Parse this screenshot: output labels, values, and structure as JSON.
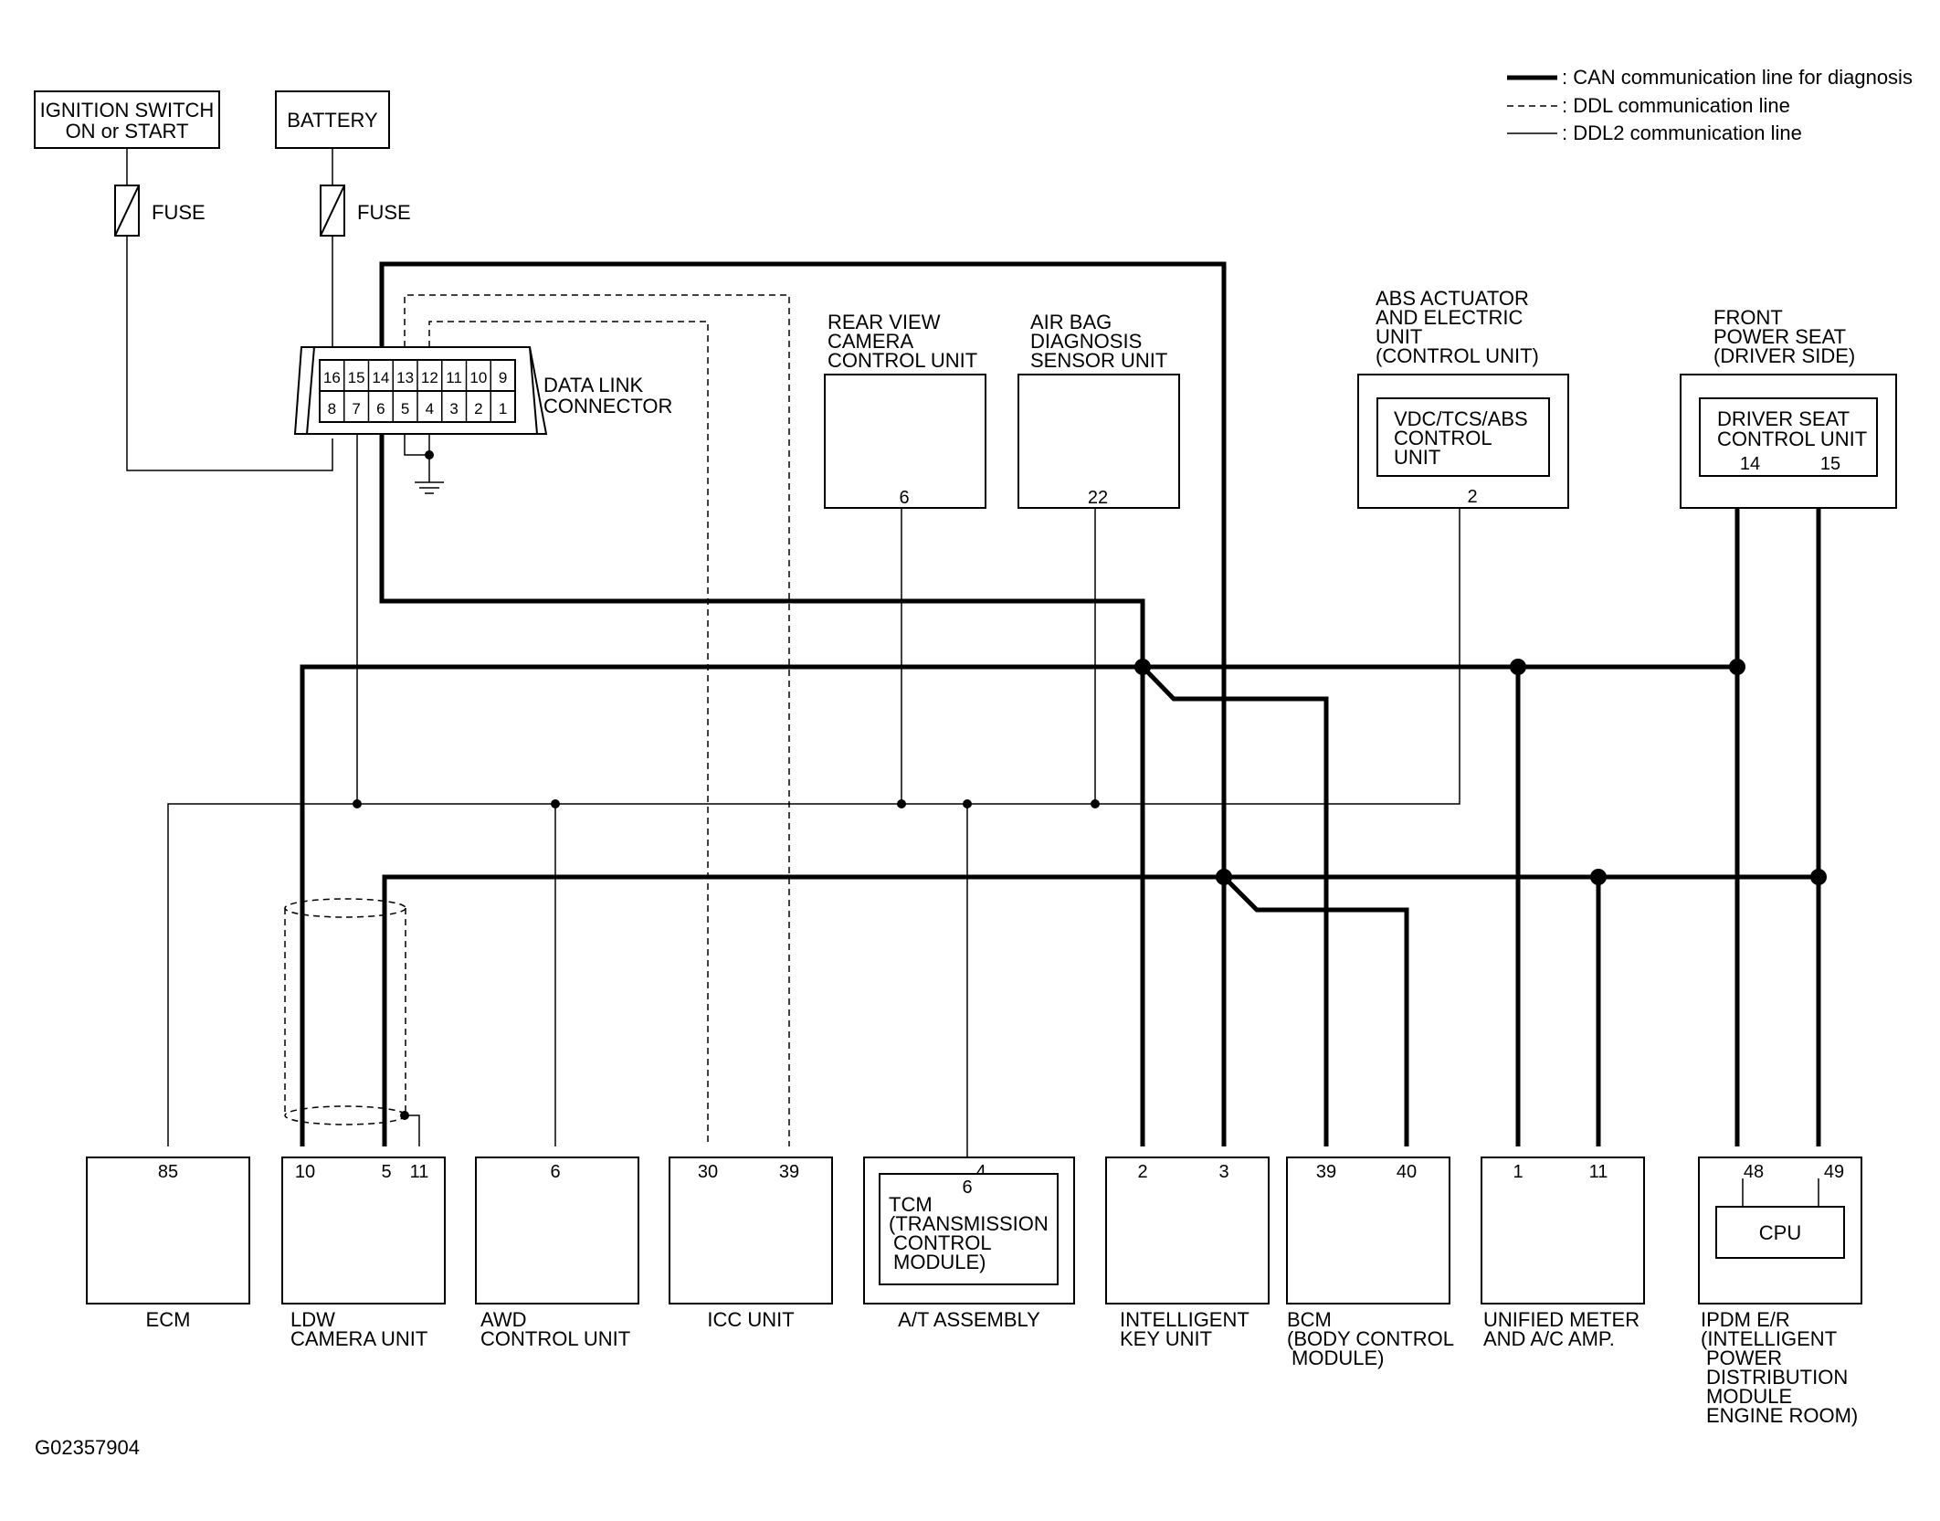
{
  "legend": {
    "can": ": CAN communication line for diagnosis",
    "ddl": ": DDL communication line",
    "ddl2": ": DDL2 communication line"
  },
  "top_units": {
    "ignition": [
      "IGNITION SWITCH",
      "ON or START"
    ],
    "battery": "BATTERY",
    "fuse": "FUSE",
    "dlc": [
      "DATA LINK",
      "CONNECTOR"
    ],
    "dlc_pins_top": [
      "16",
      "15",
      "14",
      "13",
      "12",
      "11",
      "10",
      "9"
    ],
    "dlc_pins_bottom": [
      "8",
      "7",
      "6",
      "5",
      "4",
      "3",
      "2",
      "1"
    ],
    "rear_view": {
      "name": [
        "REAR VIEW",
        "CAMERA",
        "CONTROL UNIT"
      ],
      "pin": "6"
    },
    "air_bag": {
      "name": [
        "AIR BAG",
        "DIAGNOSIS",
        "SENSOR UNIT"
      ],
      "pin": "22"
    },
    "abs": {
      "name": [
        "ABS ACTUATOR",
        "AND ELECTRIC",
        "UNIT",
        "(CONTROL UNIT)"
      ],
      "inner": [
        "VDC/TCS/ABS",
        "CONTROL",
        "UNIT"
      ],
      "pin": "2"
    },
    "power_seat": {
      "name": [
        "FRONT",
        "POWER SEAT",
        "(DRIVER SIDE)"
      ],
      "inner": [
        "DRIVER SEAT",
        "CONTROL UNIT"
      ],
      "pins": [
        "14",
        "15"
      ]
    }
  },
  "bottom_units": {
    "ecm": {
      "name": [
        "ECM"
      ],
      "pins": [
        "85"
      ]
    },
    "ldw": {
      "name": [
        "LDW",
        "CAMERA UNIT"
      ],
      "pins": [
        "10",
        "5",
        "11"
      ]
    },
    "awd": {
      "name": [
        "AWD",
        "CONTROL UNIT"
      ],
      "pins": [
        "6"
      ]
    },
    "icc": {
      "name": [
        "ICC UNIT"
      ],
      "pins": [
        "30",
        "39"
      ]
    },
    "at": {
      "name": [
        "A/T ASSEMBLY"
      ],
      "pins": [
        "4",
        "6"
      ],
      "inner": [
        "TCM",
        "(TRANSMISSION",
        "CONTROL",
        "MODULE)"
      ]
    },
    "iku": {
      "name": [
        "INTELLIGENT",
        "KEY UNIT"
      ],
      "pins": [
        "2",
        "3"
      ]
    },
    "bcm": {
      "name": [
        "BCM",
        "(BODY CONTROL",
        "MODULE)"
      ],
      "pins": [
        "39",
        "40"
      ]
    },
    "meter": {
      "name": [
        "UNIFIED METER",
        "AND A/C AMP."
      ],
      "pins": [
        "1",
        "11"
      ]
    },
    "ipdm": {
      "name": [
        "IPDM E/R",
        "(INTELLIGENT",
        "POWER",
        "DISTRIBUTION",
        "MODULE",
        "ENGINE ROOM)"
      ],
      "pins": [
        "48",
        "49"
      ],
      "inner": "CPU"
    }
  },
  "figure_id": "G02357904"
}
